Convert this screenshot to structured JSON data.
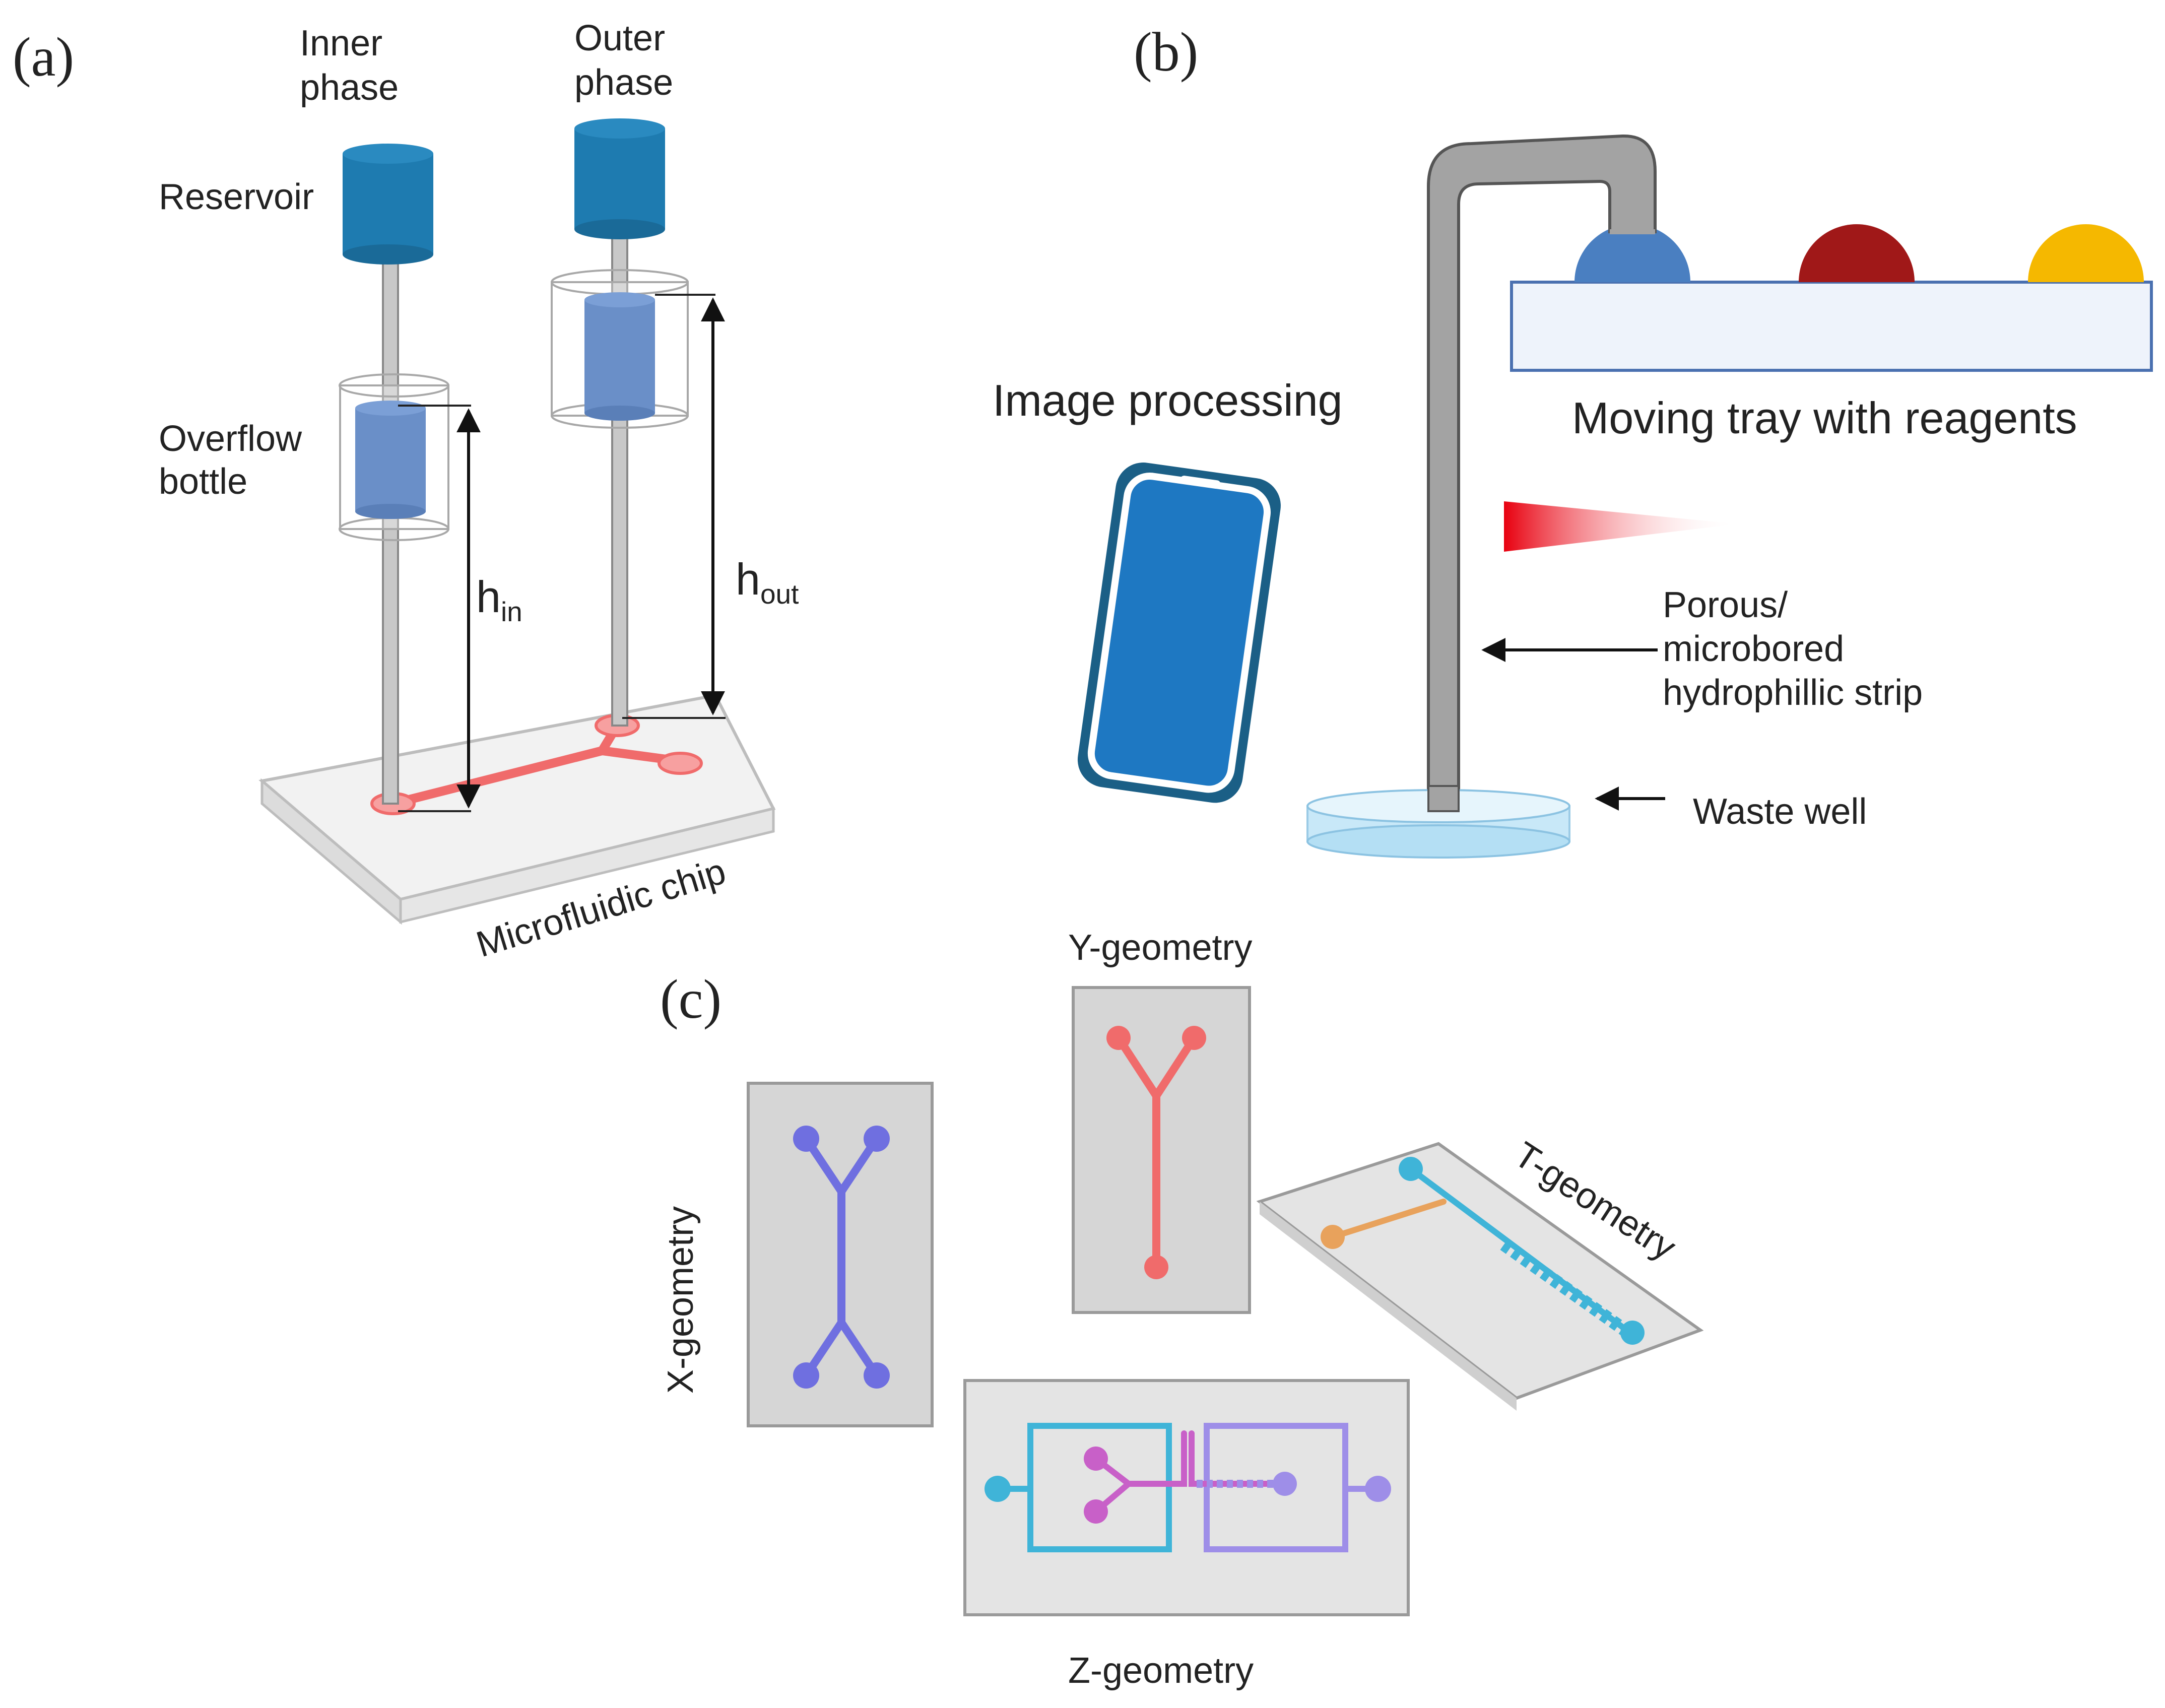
{
  "panel_a": {
    "tag": "(a)",
    "inner_phase": [
      "Inner",
      "phase"
    ],
    "outer_phase": [
      "Outer",
      "phase"
    ],
    "reservoir": "Reservoir",
    "overflow_bottle": [
      "Overflow",
      "bottle"
    ],
    "h_in": {
      "base": "h",
      "sub": "in"
    },
    "h_out": {
      "base": "h",
      "sub": "out"
    },
    "chip": "Microfluidic chip"
  },
  "panel_b": {
    "tag": "(b)",
    "image_processing": "Image processing",
    "moving_tray": "Moving tray with reagents",
    "strip": [
      "Porous/",
      "microbored",
      "hydrophillic strip"
    ],
    "waste_well": "Waste well",
    "reagent_colors": [
      "#4a7fc1",
      "#a01818",
      "#f5b800"
    ]
  },
  "panel_c": {
    "tag": "(c)",
    "y_geometry": "Y-geometry",
    "x_geometry": "X-geometry",
    "t_geometry": "T-geometry",
    "z_geometry": "Z-geometry"
  },
  "colors": {
    "reservoir": "#1e7bb0",
    "overflow": "#6a8fc8",
    "chip_channel": "#f06b6b",
    "phone": "#1e78c2",
    "x_channel": "#6f6fe0",
    "t_orange": "#e8a25c",
    "t_cyan": "#3fb4d8",
    "z_magenta": "#c860c8",
    "z_purple": "#9e8ee8"
  }
}
